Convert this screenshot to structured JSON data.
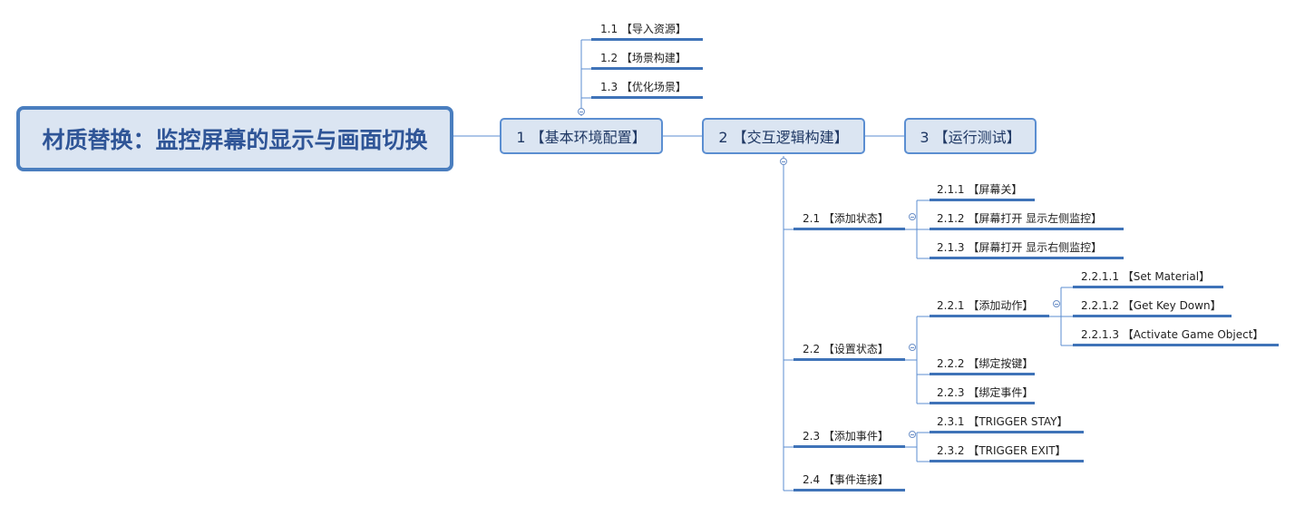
{
  "root": "材质替换：监控屏幕的显示与画面切换",
  "main_topics": {
    "t1": "1 【基本环境配置】",
    "t2": "2 【交互逻辑构建】",
    "t3": "3 【运行测试】"
  },
  "topic1": {
    "s11": "1.1 【导入资源】",
    "s12": "1.2 【场景构建】",
    "s13": "1.3 【优化场景】"
  },
  "topic2": {
    "s21": "2.1 【添加状态】",
    "s211": "2.1.1 【屏幕关】",
    "s212": "2.1.2 【屏幕打开 显示左侧监控】",
    "s213": "2.1.3 【屏幕打开 显示右侧监控】",
    "s22": "2.2 【设置状态】",
    "s221": "2.2.1 【添加动作】",
    "s2211": "2.2.1.1 【Set Material】",
    "s2212": "2.2.1.2 【Get Key Down】",
    "s2213": "2.2.1.3 【Activate Game Object】",
    "s222": "2.2.2 【绑定按键】",
    "s223": "2.2.3 【绑定事件】",
    "s23": "2.3 【添加事件】",
    "s231": "2.3.1 【TRIGGER STAY】",
    "s232": "2.3.2 【TRIGGER EXIT】",
    "s24": "2.4 【事件连接】"
  },
  "colors": {
    "node_fill": "#dbe5f2",
    "node_border": "#5b8ed1",
    "root_text": "#2f5597",
    "connector": "#4a7ebf"
  }
}
